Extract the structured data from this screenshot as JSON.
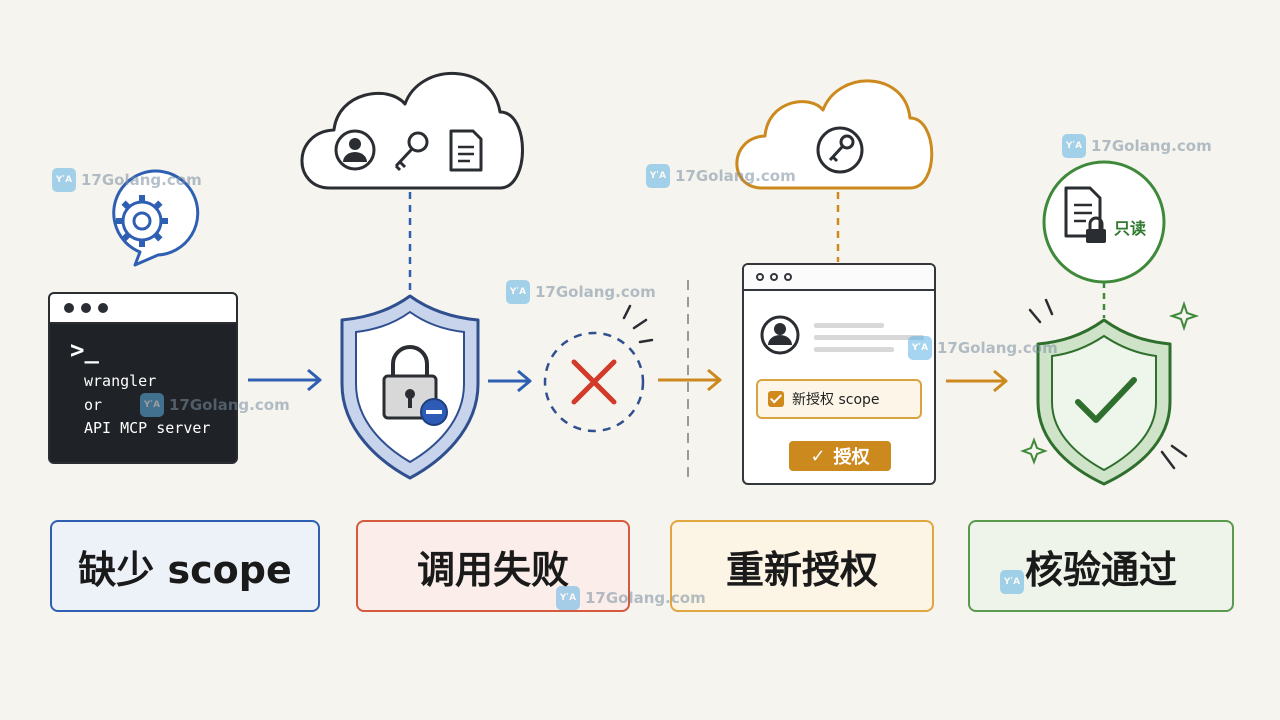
{
  "terminal": {
    "prompt": ">_",
    "lines": [
      "wrangler",
      "or",
      "API MCP server"
    ]
  },
  "browser": {
    "scope_label": "新授权 scope",
    "authorize_button": "授权"
  },
  "readonly_label": "只读",
  "steps": [
    {
      "label": "缺少 scope",
      "color": "#2f5fb3",
      "bg": "#edf1f8"
    },
    {
      "label": "调用失败",
      "color": "#d55a3e",
      "bg": "#fbeeea"
    },
    {
      "label": "重新授权",
      "color": "#e0a642",
      "bg": "#fcf4e4"
    },
    {
      "label": "核验通过",
      "color": "#5a9a4e",
      "bg": "#eef4ea"
    }
  ],
  "watermark": {
    "text": "17Golang.com",
    "logo_text": "YʹA"
  },
  "colors": {
    "blue": "#2f5fb3",
    "red": "#d23a2a",
    "orange": "#cc8a1e",
    "green": "#3f8a3a",
    "dark": "#2a2d31"
  }
}
